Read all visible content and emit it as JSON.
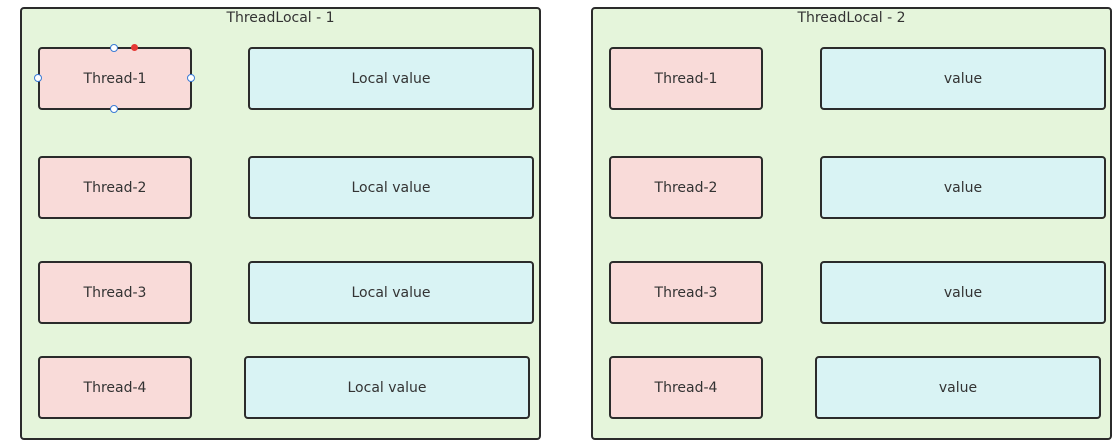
{
  "colors": {
    "panel_fill": "#e5f5db",
    "thread_fill": "#f9dbd9",
    "value_fill": "#d9f3f4",
    "border": "#2b2b2b",
    "text": "#333333",
    "selection_handle": "#3a7bd5",
    "rotate_handle": "#e53935"
  },
  "panels": [
    {
      "title": "ThreadLocal - 1",
      "rows": [
        {
          "thread": "Thread-1",
          "value": "Local value"
        },
        {
          "thread": "Thread-2",
          "value": "Local value"
        },
        {
          "thread": "Thread-3",
          "value": "Local value"
        },
        {
          "thread": "Thread-4",
          "value": "Local value"
        }
      ]
    },
    {
      "title": "ThreadLocal - 2",
      "rows": [
        {
          "thread": "Thread-1",
          "value": "value"
        },
        {
          "thread": "Thread-2",
          "value": "value"
        },
        {
          "thread": "Thread-3",
          "value": "value"
        },
        {
          "thread": "Thread-4",
          "value": "value"
        }
      ]
    }
  ],
  "selection": {
    "selected_shape": "Thread-1",
    "panel_title": "ThreadLocal - 1",
    "handles": [
      "top",
      "bottom",
      "left",
      "right",
      "rotate"
    ]
  }
}
